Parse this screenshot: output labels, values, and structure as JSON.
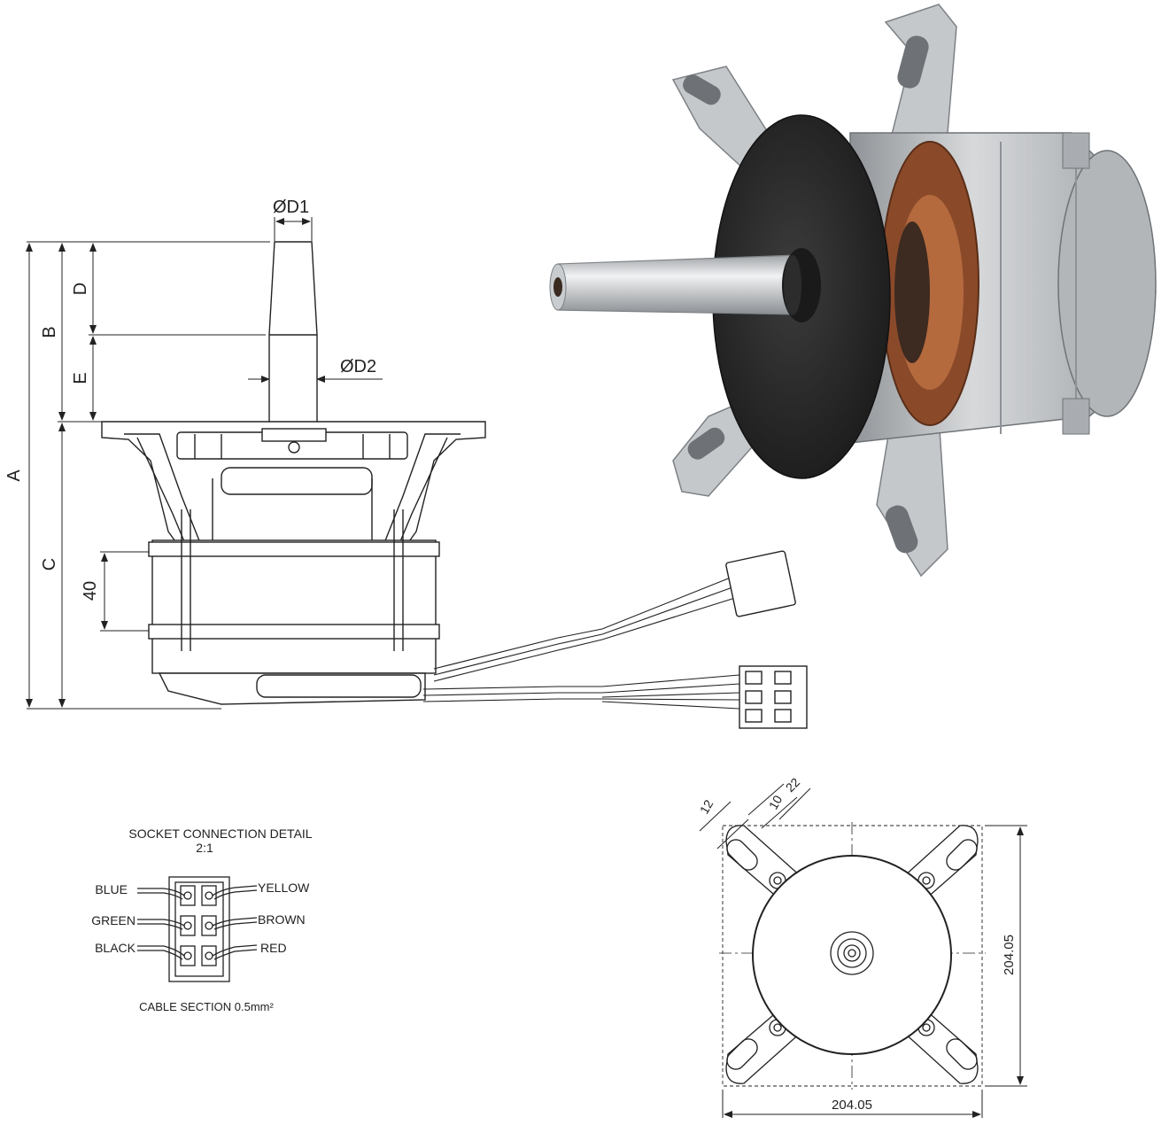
{
  "side_view": {
    "dim_A": "A",
    "dim_B": "B",
    "dim_C": "C",
    "dim_D": "D",
    "dim_E": "E",
    "dim_D1": "ØD1",
    "dim_D2": "ØD2",
    "dim_40": "40"
  },
  "socket_detail": {
    "title": "SOCKET CONNECTION DETAIL",
    "scale": "2:1",
    "wires_left": [
      "BLUE",
      "GREEN",
      "BLACK"
    ],
    "wires_right": [
      "YELLOW",
      "BROWN",
      "RED"
    ],
    "cable_section": "CABLE SECTION 0.5mm²"
  },
  "top_view": {
    "dim_12": "12",
    "dim_10": "10",
    "dim_22": "22",
    "width": "204.05",
    "height": "204.05"
  },
  "colors": {
    "line": "#222222",
    "disc": "#2b2b2b",
    "metal": "#b8bbbe",
    "copper": "#a0522d"
  }
}
